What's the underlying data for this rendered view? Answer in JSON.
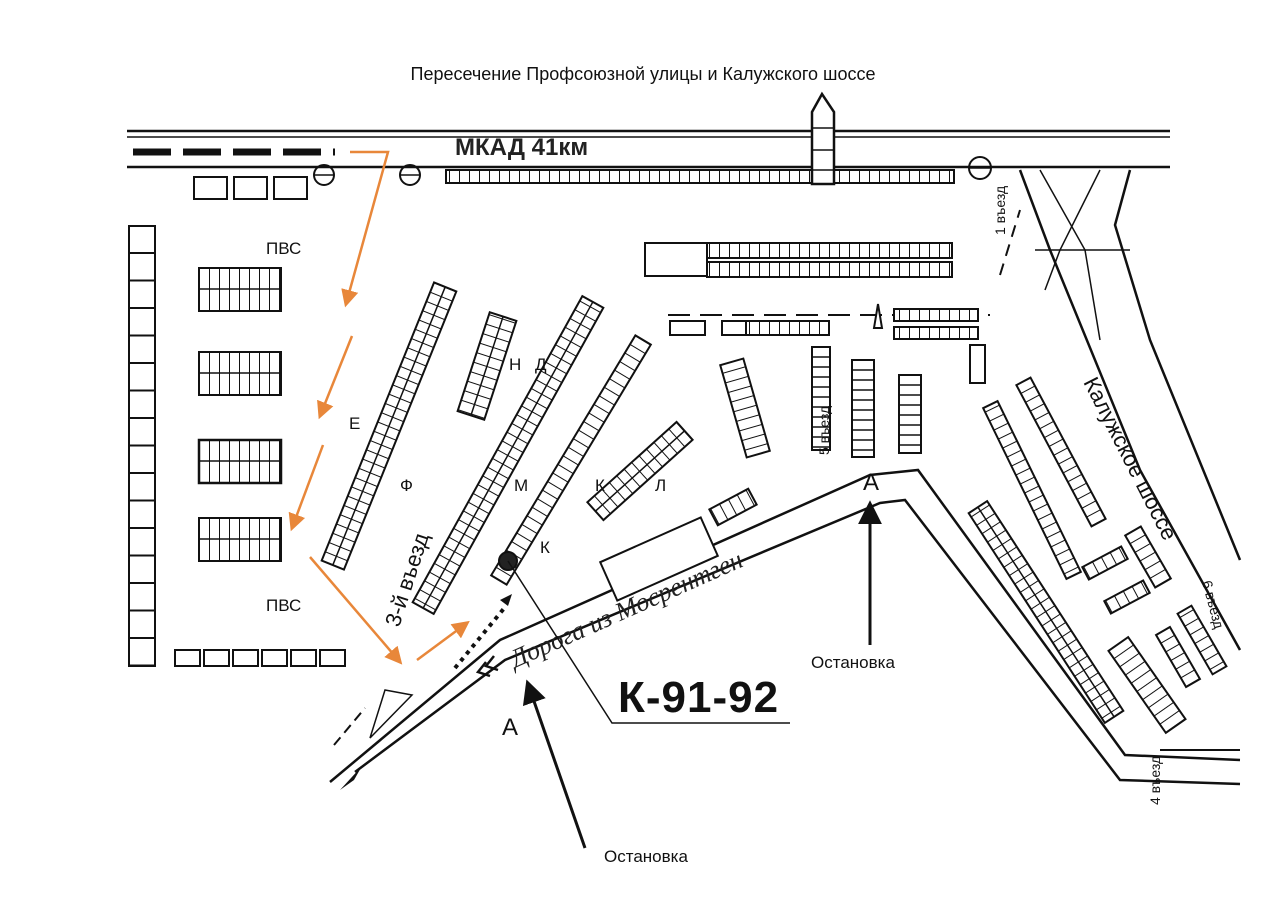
{
  "map": {
    "title": "Пересечение Профсоюзной улицы и Калужского шоссе",
    "highway_label": "МКАД 41км",
    "road_label": "Дорога из Мосрентген",
    "kaluga_label": "Калужское шоссе",
    "pavilion_code": "К-91-92",
    "entrances": {
      "third": "3-й въезд",
      "first": "1 въезд",
      "fifth": "5 въезд",
      "sixth": "6 въезд",
      "fourth": "4 въезд"
    },
    "sector_letters": {
      "pvs_top": "ПВС",
      "pvs_bottom": "ПВС",
      "e": "Е",
      "f": "Ф",
      "n": "Н",
      "d": "Д",
      "m": "М",
      "k_left": "К",
      "k_mid": "К",
      "l": "Л",
      "a_left": "А",
      "a_right": "А"
    },
    "stops": {
      "left": "Остановка",
      "right": "Остановка"
    },
    "colors": {
      "route": "#e8873a",
      "ink": "#111111"
    }
  }
}
